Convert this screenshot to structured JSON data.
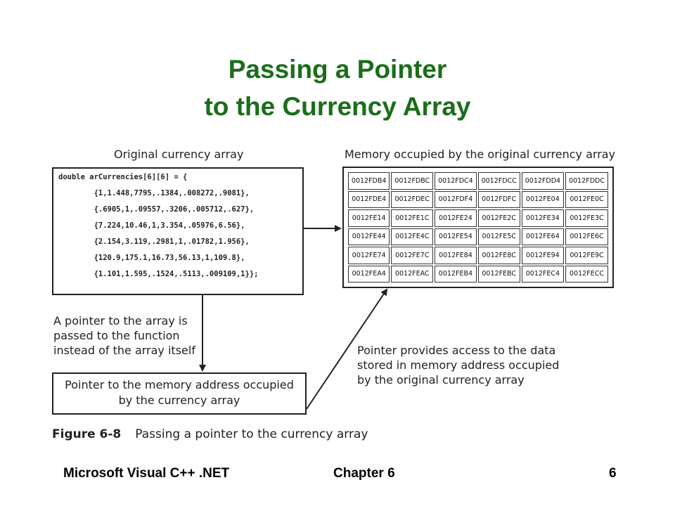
{
  "title": {
    "line1": "Passing a Pointer",
    "line2": "to the Currency Array"
  },
  "labels": {
    "original_array": "Original currency array",
    "memory_occupied": "Memory occupied by the original currency array",
    "pointer_passed": [
      "A pointer to the array is",
      "passed to the function",
      "instead of the array itself"
    ],
    "pointer_access": [
      "Pointer provides access to the data",
      "stored in memory address occupied",
      "by the original currency array"
    ]
  },
  "code_lines": [
    "double arCurrencies[6][6] = {",
    "        {1,1.448,7795,.1384,.008272,.9081},",
    "        {.6905,1,.09557,.3206,.005712,.627},",
    "        {7.224,10.46,1,3.354,.05976,6.56},",
    "        {2.154,3.119,.2981,1,.01782,1.956},",
    "        {120.9,175.1,16.73,56.13,1,109.8},",
    "        {1.101,1.595,.1524,.5113,.009109,1}};"
  ],
  "memory_addresses": [
    [
      "0012FDB4",
      "0012FDBC",
      "0012FDC4",
      "0012FDCC",
      "0012FDD4",
      "0012FDDC"
    ],
    [
      "0012FDE4",
      "0012FDEC",
      "0012FDF4",
      "0012FDFC",
      "0012FE04",
      "0012FE0C"
    ],
    [
      "0012FE14",
      "0012FE1C",
      "0012FE24",
      "0012FE2C",
      "0012FE34",
      "0012FE3C"
    ],
    [
      "0012FE44",
      "0012FE4C",
      "0012FE54",
      "0012FE5C",
      "0012FE64",
      "0012FE6C"
    ],
    [
      "0012FE74",
      "0012FE7C",
      "0012FE84",
      "0012FE8C",
      "0012FE94",
      "0012FE9C"
    ],
    [
      "0012FEA4",
      "0012FEAC",
      "0012FEB4",
      "0012FEBC",
      "0012FEC4",
      "0012FECC"
    ]
  ],
  "pointer_box": [
    "Pointer to the memory address occupied",
    "by the currency array"
  ],
  "figure_caption": {
    "number": "Figure 6-8",
    "text": "Passing a pointer to the currency array"
  },
  "footer": {
    "left": "Microsoft Visual C++ .NET",
    "center": "Chapter 6",
    "page": "6"
  },
  "colors": {
    "title": "#1a6e1a"
  }
}
